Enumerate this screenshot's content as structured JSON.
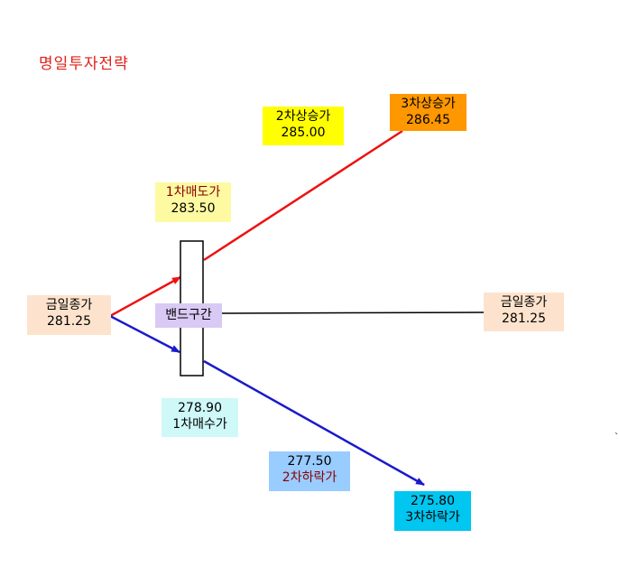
{
  "title": "명일투자전략",
  "today_close_left": {
    "label": "금일종가",
    "value": "281.25"
  },
  "today_close_right": {
    "label": "금일종가",
    "value": "281.25"
  },
  "band": {
    "label": "밴드구간"
  },
  "sell_1st": {
    "label": "1차매도가",
    "value": "283.50"
  },
  "rise_2nd": {
    "label": "2차상승가",
    "value": "285.00"
  },
  "rise_3rd": {
    "label": "3차상승가",
    "value": "286.45"
  },
  "buy_1st": {
    "value": "278.90",
    "label": "1차매수가"
  },
  "fall_2nd": {
    "value": "277.50",
    "label": "2차하락가"
  },
  "fall_3rd": {
    "value": "275.80",
    "label": "3차하락가"
  },
  "stray_mark": "`",
  "colors": {
    "title": "#e0201a",
    "up_arrow": "#ee1111",
    "down_arrow": "#1a1acc",
    "flat_line": "#000000",
    "today_close_bg": "#fde3cd",
    "band_bg": "#d9c9f5",
    "sell_1st_bg": "#fdfaa1",
    "rise_2nd_bg": "#ffff00",
    "rise_3rd_bg": "#ff9700",
    "buy_1st_bg": "#cff8f8",
    "fall_2nd_bg": "#99ccff",
    "fall_3rd_bg": "#00c6f0"
  }
}
